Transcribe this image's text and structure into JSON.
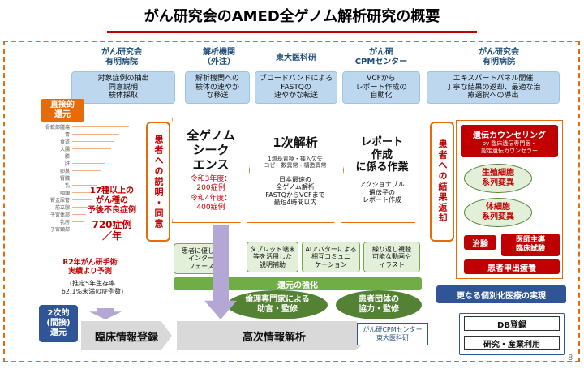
{
  "title": "がん研究会のAMED全ゲノム解析研究の概要",
  "orgs": [
    {
      "name": "がん研究会\n有明病院",
      "desc": "対象症例の抽出\n同意説明\n検体採取"
    },
    {
      "name": "解析機関\n（外注）",
      "desc": "解析機関への\n検体の速やか\nな移送"
    },
    {
      "name": "東大医科研",
      "desc": "ブロードバンドによる\nFASTQの\n速やかな転送"
    },
    {
      "name": "がん研\nCPMセンター",
      "desc": "VCFから\nレポート作成の\n自動化"
    },
    {
      "name": "がん研究会\n有明病院",
      "desc": "エキスパートパネル開催\n丁寧な結果の返却、最適な治\n療選択への導出"
    }
  ],
  "direct_return": "直接的\n還元",
  "indirect_return": "2次的\n(間接)\n還元",
  "cancer_types": [
    "骨軟部腫瘍",
    "胃",
    "食道",
    "大腸",
    "膵",
    "肝",
    "卵巣",
    "腎臓",
    "乳",
    "咽頭",
    "腎盂尿管",
    "前立腺",
    "子宮体部",
    "乳房",
    "子宮頸部"
  ],
  "cases": {
    "line1": "17種以上の\nがん種の\n予後不良症例",
    "line2": "720症例\n／年"
  },
  "prediction": {
    "l1": "R2年がん研手術\n実績より予測",
    "l2": "(推定5年生存率\n62.1%未満の症例数)"
  },
  "consent": "患者への説明・同意",
  "wgs": {
    "title": "全ゲノム\nシーク\nエンス",
    "r3": "令和3年度：\n200症例",
    "r4": "令和4年度：\n400症例"
  },
  "primary": {
    "title": "1次解析",
    "sub": "1塩基置換・挿入欠失\nコピー数異常・構造異常",
    "body": "日本最速の\n全ゲノム解析\nFASTQからVCFまで\n最短4時間以内"
  },
  "report": {
    "title": "レポート\n作成\nに係る作業",
    "body": "アクショナブル\n遺伝子の\nレポート作成"
  },
  "result_return": "患者への結果返却",
  "genetic": {
    "title": "遺伝カウンセリング",
    "sub": "by 臨床遺伝専門医・\n認定遺伝カウンセラー"
  },
  "germline": "生殖細胞\n系列変異",
  "somatic": "体細胞\n系列変異",
  "trial": "治験",
  "doctor_trial": "医師主導\n臨床試験",
  "patient_request": "患者申出療養",
  "green_boxes": [
    "患者に優しい\nインター\nフェース",
    "タブレット端末\n等を活用した\n説明補助",
    "AIアバターによる\n相互コミュニ\nケーション",
    "繰り返し視聴\n可能な動画や\nイラスト"
  ],
  "strengthen": "還元の強化",
  "ethics": "倫理専門家による\n助言・監修",
  "patient_group": "患者団体の\n協力・監修",
  "further": "更なる個別化医療の実現",
  "clinical_reg": "臨床情報登録",
  "advanced": "高次情報解析",
  "cpm_tag": "がん研CPMセンター\n東大医科研",
  "db": "DB登録",
  "research": "研究・産業利用",
  "page_no": "8",
  "colors": {
    "accent": "#c00000",
    "orange": "#e46c0a",
    "blue": "#2f5597",
    "green": "#548235",
    "lightblue": "#bdd7ee"
  }
}
